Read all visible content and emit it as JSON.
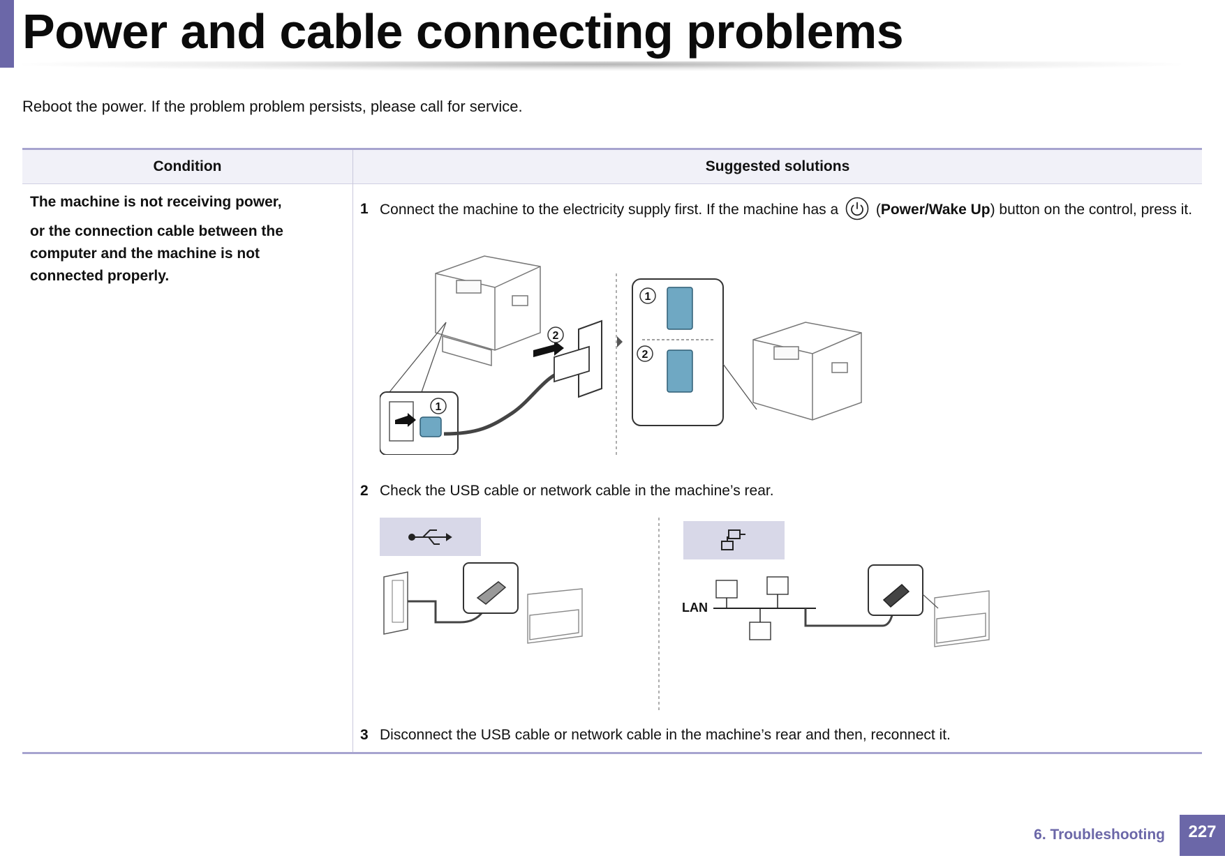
{
  "page": {
    "title": "Power and cable connecting problems",
    "intro": "Reboot the power. If the problem problem persists, please call for service."
  },
  "table": {
    "headers": {
      "condition": "Condition",
      "solutions": "Suggested solutions"
    },
    "condition": {
      "line1": "The machine is not receiving power,",
      "line2": "or the connection cable between the computer and the machine is not connected properly."
    },
    "steps": [
      {
        "number": "1",
        "text_before": "Connect the machine to the electricity supply first. If the machine has a",
        "paren_open": " (",
        "button_name": "Power/Wake Up",
        "text_after": ") button on the control, press it."
      },
      {
        "number": "2",
        "text": "Check the USB cable or network cable in the machine’s rear."
      },
      {
        "number": "3",
        "text": "Disconnect the USB cable or network cable in the machine’s rear and then, reconnect it."
      }
    ]
  },
  "illustrations": {
    "power_callouts": [
      "1",
      "2",
      "1",
      "2"
    ],
    "lan_label": "LAN"
  },
  "icons": {
    "power": "power-icon",
    "usb": "usb-icon",
    "network": "network-icon"
  },
  "footer": {
    "section": "6.  Troubleshooting",
    "page_number": "227"
  },
  "colors": {
    "accent": "#6b67a8",
    "rule": "#a7a4cf",
    "header_bg": "#f1f1f8",
    "plug_blue": "#6fa8c3"
  }
}
